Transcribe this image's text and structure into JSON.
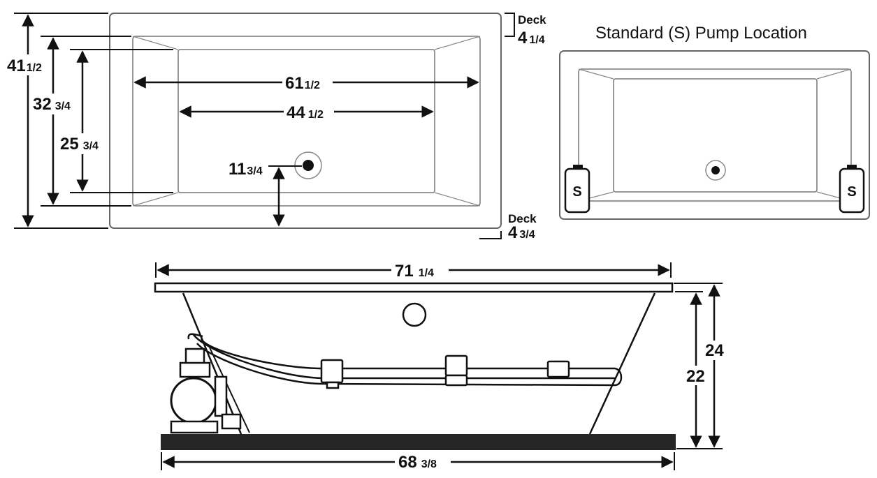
{
  "top_view": {
    "deck_top": {
      "label": "Deck",
      "whole": "4",
      "frac": "1/4"
    },
    "deck_bottom": {
      "label": "Deck",
      "whole": "4",
      "frac": "3/4"
    },
    "dim_outer_height": {
      "whole": "41",
      "frac": "1/2"
    },
    "dim_inner_height": {
      "whole": "32",
      "frac": "3/4"
    },
    "dim_floor_height": {
      "whole": "25",
      "frac": "3/4"
    },
    "dim_inner_length": {
      "whole": "61",
      "frac": "1/2"
    },
    "dim_floor_length": {
      "whole": "44",
      "frac": "1/2"
    },
    "dim_drain": {
      "whole": "11",
      "frac": "3/4"
    }
  },
  "pump_view": {
    "title": "Standard (S) Pump Location",
    "pump_left_letter": "S",
    "pump_right_letter": "S"
  },
  "side_view": {
    "dim_top_length": {
      "whole": "71",
      "frac": "1/4"
    },
    "dim_bottom_length": {
      "whole": "68",
      "frac": "3/8"
    },
    "dim_height_inner": "22",
    "dim_height_outer": "24"
  },
  "icons": [
    "drain-icon",
    "pump-icon",
    "pump-motor-icon"
  ]
}
